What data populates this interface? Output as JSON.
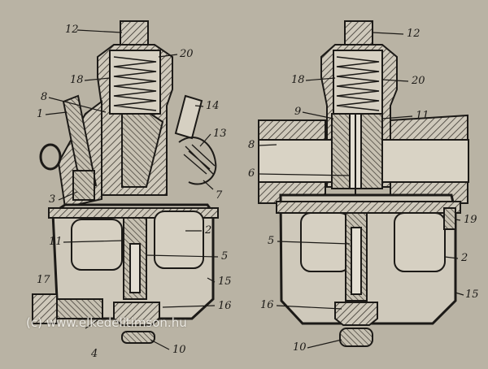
{
  "labels_left": {
    "l12": "12",
    "l20": "20",
    "l18": "18",
    "l8": "8",
    "l1": "1",
    "l14": "14",
    "l13": "13",
    "l3": "3",
    "l7": "7",
    "l11": "11",
    "l2": "2",
    "l5": "5",
    "l15": "15",
    "l16": "16",
    "l17": "17",
    "l4": "4",
    "l10": "10"
  },
  "labels_right": {
    "l12": "12",
    "l18": "18",
    "l20": "20",
    "l9": "9",
    "l11": "11",
    "l8": "8",
    "l6": "6",
    "l19": "19",
    "l5": "5",
    "l2": "2",
    "l16": "16",
    "l15": "15",
    "l10": "10"
  },
  "watermark": "(c) www.elkedelitimson.hu",
  "colors": {
    "paper": "#b9b3a4",
    "ink": "#1c1a17",
    "hatch": "#3a362f",
    "body_fill": "#cfc9bb"
  }
}
